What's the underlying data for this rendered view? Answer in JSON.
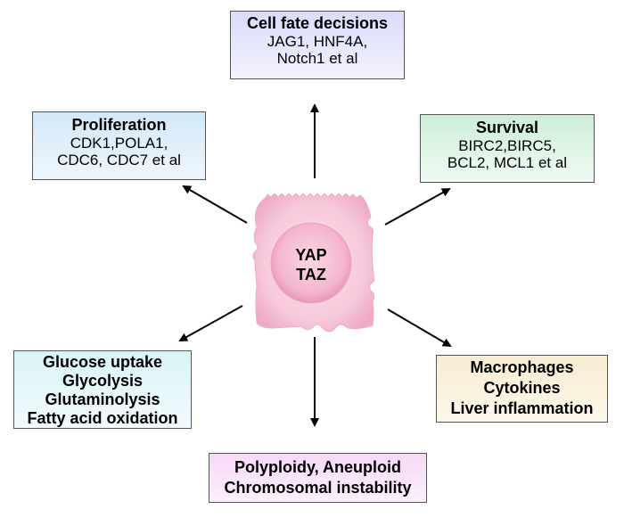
{
  "center": {
    "label_lines": [
      "YAP",
      "TAZ"
    ],
    "cell_color": "#f6c4d8",
    "nucleus_color": "#f3b3cc"
  },
  "boxes": {
    "cell_fate": {
      "title": "Cell fate decisions",
      "lines": [
        "JAG1, HNF4A,",
        "Notch1  et al"
      ],
      "color": "#e4e4fc"
    },
    "proliferation": {
      "title": "Proliferation",
      "lines": [
        "CDK1,POLA1,",
        "CDC6, CDC7 et al"
      ],
      "color": "#ddeefa"
    },
    "survival": {
      "title": "Survival",
      "lines": [
        "BIRC2,BIRC5,",
        "BCL2, MCL1 et al"
      ],
      "color": "#d9f2df"
    },
    "metabolism": {
      "lines": [
        "Glucose uptake",
        "Glycolysis",
        "Glutaminolysis",
        "Fatty acid oxidation"
      ],
      "color": "#e2f6f9"
    },
    "inflammation": {
      "lines": [
        "Macrophages",
        "Cytokines",
        "Liver inflammation"
      ],
      "color": "#faf0dc"
    },
    "chromosomal": {
      "lines": [
        "Polyploidy, Aneuploid",
        "Chromosomal instability"
      ],
      "color": "#f8e0f8"
    }
  },
  "arrows": [
    {
      "from": "center",
      "to": "cell_fate",
      "direction": "up"
    },
    {
      "from": "center",
      "to": "proliferation",
      "direction": "up-left"
    },
    {
      "from": "center",
      "to": "survival",
      "direction": "up-right"
    },
    {
      "from": "center",
      "to": "metabolism",
      "direction": "down-left"
    },
    {
      "from": "center",
      "to": "inflammation",
      "direction": "down-right"
    },
    {
      "from": "center",
      "to": "chromosomal",
      "direction": "down"
    }
  ]
}
